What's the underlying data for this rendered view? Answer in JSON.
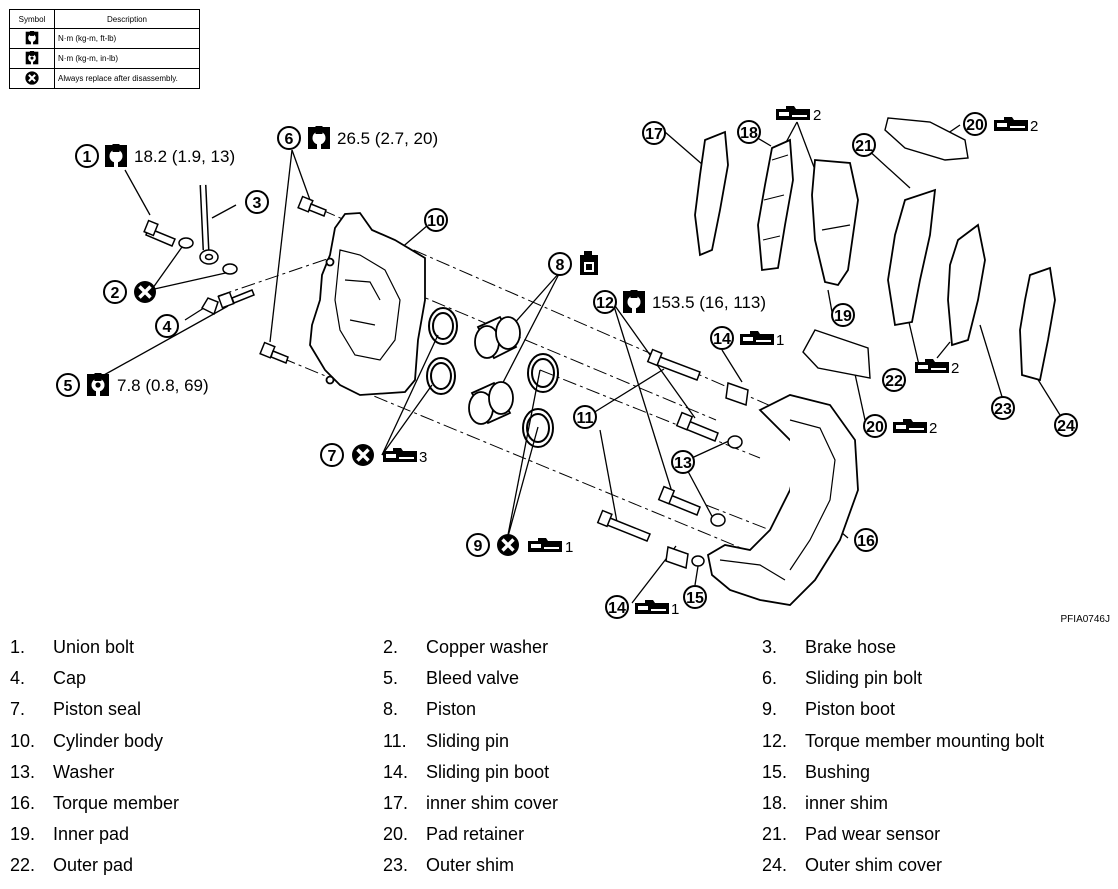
{
  "legend": {
    "headers": [
      "Symbol",
      "Description"
    ],
    "rows": [
      {
        "icon": "torque-wrench-icon",
        "text": "N·m (kg-m, ft-lb)"
      },
      {
        "icon": "torque-wrench-inlb-icon",
        "text": "N·m (kg-m, in-lb)"
      },
      {
        "icon": "replace-x-icon",
        "text": "Always replace after disassembly."
      }
    ]
  },
  "callouts": {
    "c1": {
      "num": "1",
      "spec": "18.2 (1.9, 13)"
    },
    "c2": {
      "num": "2"
    },
    "c3": {
      "num": "3"
    },
    "c4": {
      "num": "4"
    },
    "c5": {
      "num": "5",
      "spec": "7.8 (0.8, 69)"
    },
    "c6": {
      "num": "6",
      "spec": "26.5 (2.7, 20)"
    },
    "c7": {
      "num": "7",
      "grease": "3"
    },
    "c8": {
      "num": "8"
    },
    "c9": {
      "num": "9",
      "grease": "1"
    },
    "c10": {
      "num": "10"
    },
    "c11": {
      "num": "11"
    },
    "c12": {
      "num": "12",
      "spec": "153.5 (16, 113)"
    },
    "c13": {
      "num": "13"
    },
    "c14a": {
      "num": "14",
      "grease": "1"
    },
    "c14b": {
      "num": "14",
      "grease": "1"
    },
    "c15": {
      "num": "15"
    },
    "c16": {
      "num": "16"
    },
    "c17": {
      "num": "17"
    },
    "c18": {
      "num": "18",
      "grease": "2"
    },
    "c19": {
      "num": "19"
    },
    "c20a": {
      "num": "20",
      "grease": "2"
    },
    "c20b": {
      "num": "20",
      "grease": "2"
    },
    "c21": {
      "num": "21"
    },
    "c22": {
      "num": "22",
      "grease": "2"
    },
    "c23": {
      "num": "23"
    },
    "c24": {
      "num": "24"
    }
  },
  "figure_id": "PFIA0746J",
  "parts": [
    {
      "num": "1.",
      "label": "Union bolt"
    },
    {
      "num": "2.",
      "label": "Copper washer"
    },
    {
      "num": "3.",
      "label": "Brake hose"
    },
    {
      "num": "4.",
      "label": "Cap"
    },
    {
      "num": "5.",
      "label": "Bleed valve"
    },
    {
      "num": "6.",
      "label": "Sliding pin bolt"
    },
    {
      "num": "7.",
      "label": "Piston seal"
    },
    {
      "num": "8.",
      "label": "Piston"
    },
    {
      "num": "9.",
      "label": "Piston boot"
    },
    {
      "num": "10.",
      "label": "Cylinder body"
    },
    {
      "num": "11.",
      "label": "Sliding pin"
    },
    {
      "num": "12.",
      "label": "Torque member mounting bolt"
    },
    {
      "num": "13.",
      "label": "Washer"
    },
    {
      "num": "14.",
      "label": "Sliding pin boot"
    },
    {
      "num": "15.",
      "label": "Bushing"
    },
    {
      "num": "16.",
      "label": "Torque member"
    },
    {
      "num": "17.",
      "label": "inner shim cover"
    },
    {
      "num": "18.",
      "label": "inner shim"
    },
    {
      "num": "19.",
      "label": "Inner pad"
    },
    {
      "num": "20.",
      "label": "Pad retainer"
    },
    {
      "num": "21.",
      "label": "Pad wear sensor"
    },
    {
      "num": "22.",
      "label": "Outer pad"
    },
    {
      "num": "23.",
      "label": "Outer shim"
    },
    {
      "num": "24.",
      "label": "Outer shim cover"
    }
  ]
}
